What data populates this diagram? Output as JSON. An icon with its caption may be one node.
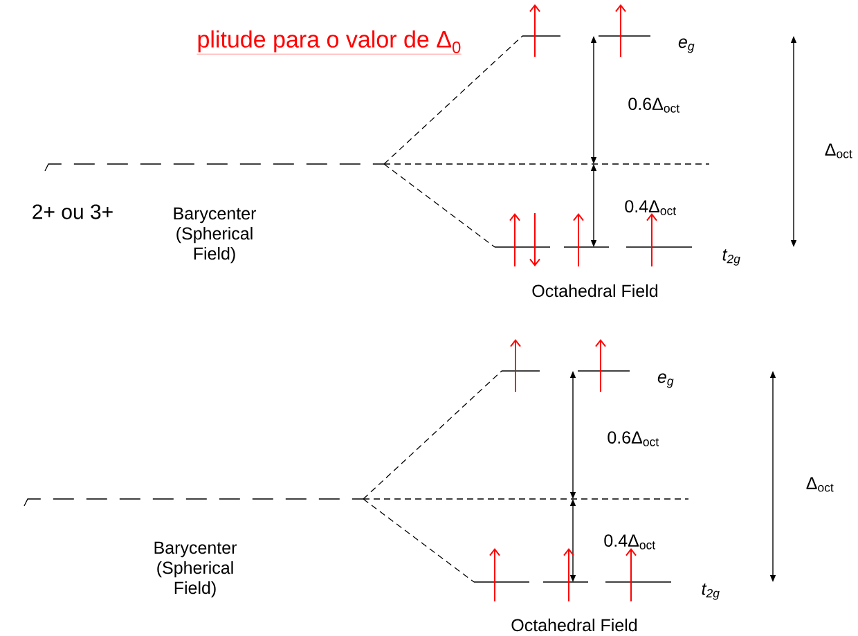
{
  "diagram": {
    "title": "plitude para o valor de Δ$_{0}$",
    "labels": [
      "e$_{g}$",
      "0.6Δ$_{oct}$",
      "Δ$_{oct}$",
      "2+ ou 3+",
      "Barycenter (Spherical Field)",
      "0.4Δ$_{oct}$",
      "t$_{2g}$",
      "Octahedral Field",
      "e$_{g}$",
      "0.6Δ$_{oct}$",
      "Δ$_{oct}$",
      "Barycenter (Spherical Field)",
      "0.4Δ$_{oct}$",
      "t$_{2g}$",
      "Octahedral Field"
    ]
  }
}
